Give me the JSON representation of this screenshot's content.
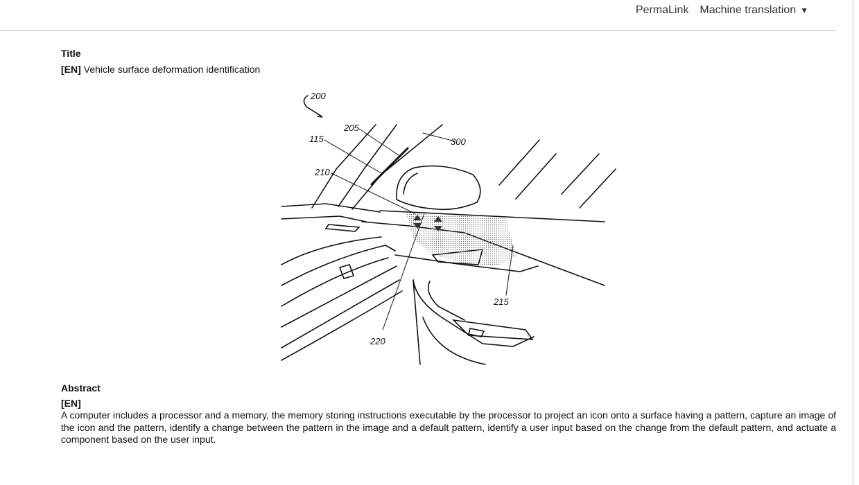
{
  "header": {
    "permalink_label": "PermaLink",
    "machine_translation_label": "Machine translation",
    "dropdown_icon": "triangle-down-icon"
  },
  "title_section": {
    "label": "Title",
    "lang": "[EN]",
    "text": "Vehicle surface deformation identification"
  },
  "figure": {
    "reference_numerals": [
      "200",
      "205",
      "115",
      "300",
      "210",
      "215",
      "220"
    ]
  },
  "abstract_section": {
    "label": "Abstract",
    "lang": "[EN]",
    "text": "A computer includes a processor and a memory, the memory storing instructions executable by the processor to project an icon onto a surface having a pattern, capture an image of the icon and the pattern, identify a change between the pattern in the image and a default pattern, identify a user input based on the change from the default pattern, and actuate a component based on the user input."
  }
}
